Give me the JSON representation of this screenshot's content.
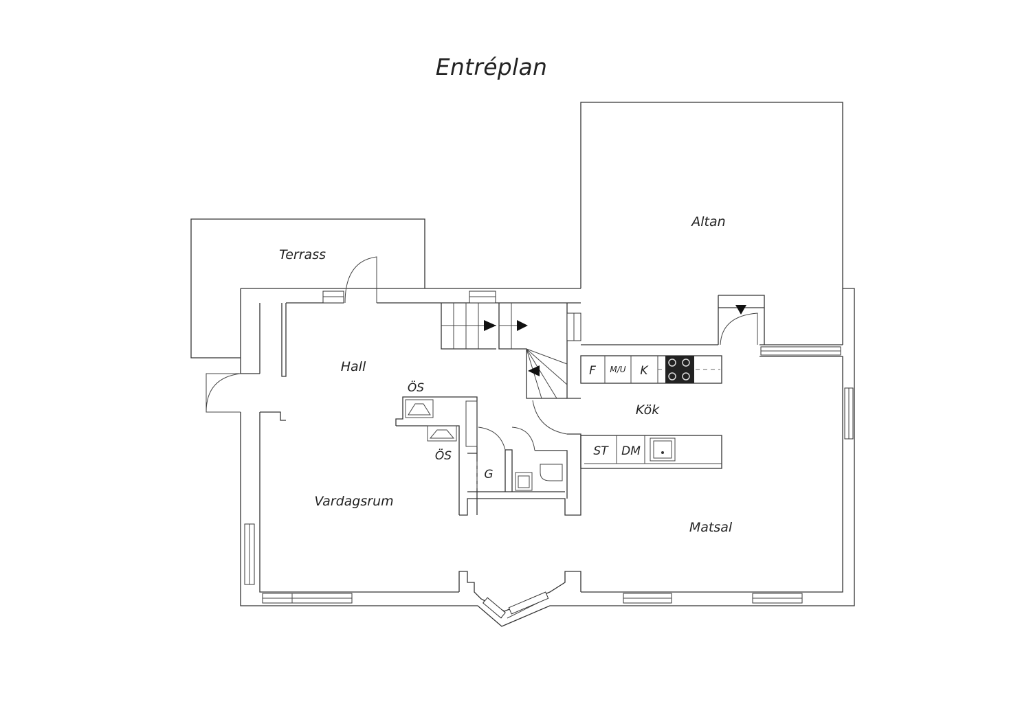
{
  "title": "Entréplan",
  "rooms": {
    "terrass": "Terrass",
    "altan": "Altan",
    "hall": "Hall",
    "kok": "Kök",
    "vardagsrum": "Vardagsrum",
    "matsal": "Matsal"
  },
  "fixtures": {
    "fridge": "F",
    "microwave": "M/U",
    "freezer": "K",
    "washer": "ST",
    "dishwasher": "DM",
    "wardrobe": "G",
    "stove_upper": "ÖS",
    "stove_lower": "ÖS"
  },
  "colors": {
    "line": "#333333",
    "text": "#222222",
    "background": "#ffffff"
  }
}
